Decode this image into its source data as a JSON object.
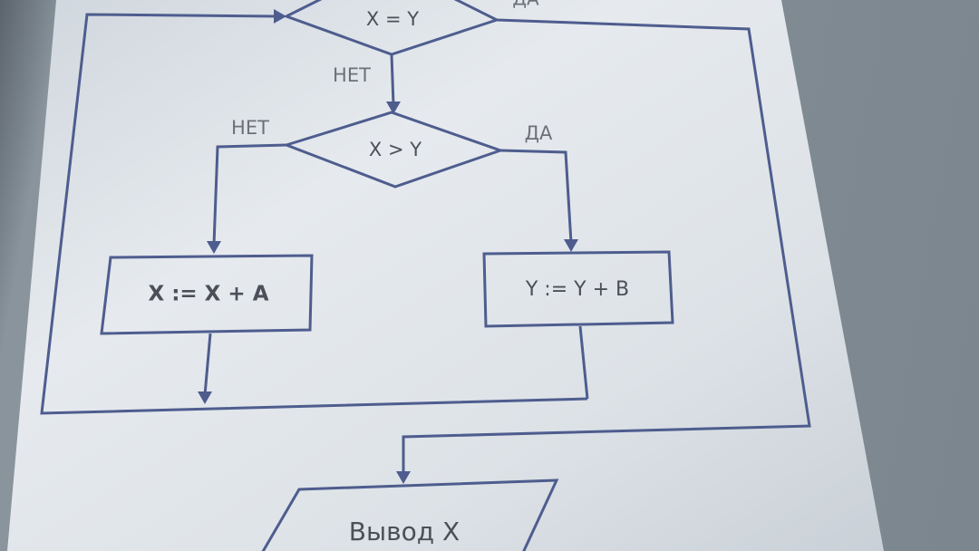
{
  "flowchart": {
    "condition_top": "X = Y",
    "condition_top_yes": "ДА",
    "condition_top_no": "НЕТ",
    "condition_mid": "X > Y",
    "condition_mid_no": "НЕТ",
    "condition_mid_yes": "ДА",
    "process_left": "X := X + A",
    "process_right": "Y := Y + B",
    "output": "Вывод X"
  },
  "colors": {
    "line": "#4e5d8e",
    "paper": "#e4e8ec",
    "text": "#4c4f58"
  }
}
